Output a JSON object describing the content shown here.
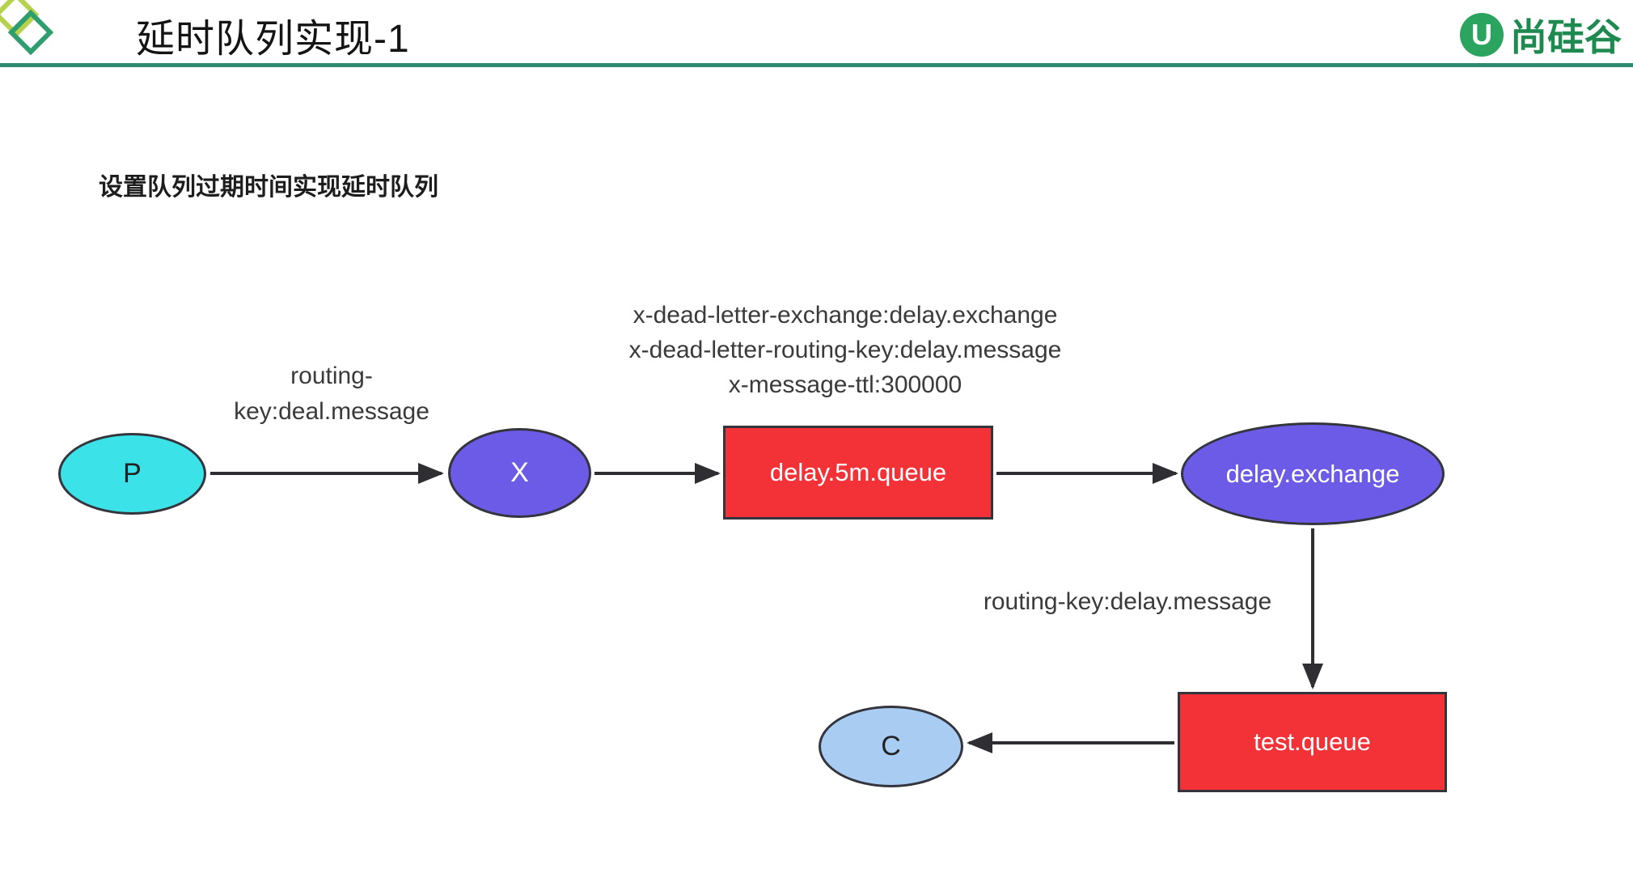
{
  "header": {
    "title": "延时队列实现-1",
    "brand_icon_letter": "U",
    "brand_text": "尚硅谷",
    "accent_color": "#2e8b6e"
  },
  "subtitle": "设置队列过期时间实现延时队列",
  "diagram": {
    "nodes": {
      "producer": {
        "label": "P",
        "color": "#3be2e8"
      },
      "exchange_x": {
        "label": "X",
        "color": "#6c5be6"
      },
      "delay_queue": {
        "label": "delay.5m.queue",
        "color": "#f23236"
      },
      "delay_exchange": {
        "label": "delay.exchange",
        "color": "#6c5be6"
      },
      "test_queue": {
        "label": "test.queue",
        "color": "#f23236"
      },
      "consumer": {
        "label": "C",
        "color": "#a9cdf2"
      }
    },
    "edge_labels": {
      "producer_routing_line1": "routing-",
      "producer_routing_line2": "key:deal.message",
      "queue_args_line1": "x-dead-letter-exchange:delay.exchange",
      "queue_args_line2": "x-dead-letter-routing-key:delay.message",
      "queue_args_line3": "x-message-ttl:300000",
      "delay_routing": "routing-key:delay.message"
    },
    "edges": [
      {
        "from": "producer",
        "to": "exchange_x"
      },
      {
        "from": "exchange_x",
        "to": "delay_queue"
      },
      {
        "from": "delay_queue",
        "to": "delay_exchange"
      },
      {
        "from": "delay_exchange",
        "to": "test_queue"
      },
      {
        "from": "test_queue",
        "to": "consumer"
      }
    ],
    "arrow_color": "#2f2f33"
  }
}
